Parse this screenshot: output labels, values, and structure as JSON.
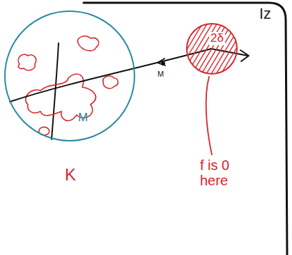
{
  "diagram": {
    "nodes": [
      {
        "text": [
          "Iz"
        ]
      },
      {
        "text": [
          "M",
          "K"
        ],
        "in": 0
      },
      {
        "text": [
          "2δ"
        ],
        "in": 0
      }
    ],
    "labels": [
      "M",
      "f is 0 here"
    ]
  }
}
